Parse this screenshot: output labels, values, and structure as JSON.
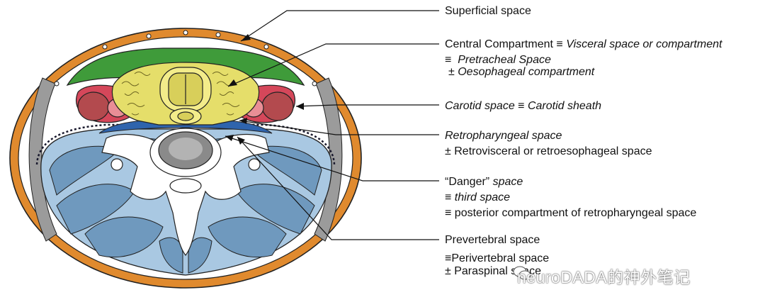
{
  "labels": {
    "superficial": "Superficial space",
    "central_title": "Central Compartment",
    "central_syn": "Visceral space or compartment",
    "central_l2": "Pretracheal Space",
    "central_l3": "Oesophageal compartment",
    "carotid_a": "Carotid space",
    "carotid_b": "Carotid sheath",
    "retro_title": "Retropharyngeal space",
    "retro_l2": "Retrovisceral or retroesophageal space",
    "danger_q": "“Danger”",
    "danger_word": "space",
    "danger_l2": "third space",
    "danger_l3": "posterior compartment of retropharyngeal space",
    "prevert_title": "Prevertebral space",
    "prevert_l2": "Perivertebral space",
    "prevert_l3": "Paraspinal space"
  },
  "symbols": {
    "equiv": "≡",
    "plusminus": "±"
  },
  "watermark": "neuroDADA的神外笔记",
  "colors": {
    "superficial": "#e08a2e",
    "visceral_thyroid": "#e5de6a",
    "trachea": "#f3ec8a",
    "strap_muscles": "#3f9b3a",
    "carotid": "#d5475a",
    "carotid_vessel": "#b34a4e",
    "retropharyngeal": "#2f64ad",
    "prevertebral": "#a9c8e2",
    "prevertebral_muscle": "#6f99be",
    "paraspinal_fat": "#9b9b9b"
  }
}
